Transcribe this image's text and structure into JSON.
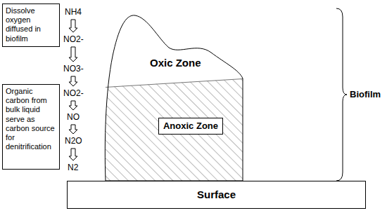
{
  "diagram": {
    "nodes": [
      {
        "text": [
          "Dissolve oxygen diffused in biofilm"
        ]
      },
      {
        "text": [
          "Oxic Zone"
        ]
      },
      {
        "text": [
          "Anoxic Zone"
        ],
        "in": 1
      },
      {
        "text": [
          "Organic carbon from bulk liquid serve as carbon source for denitrification"
        ]
      },
      {
        "text": [
          "Surface"
        ]
      }
    ],
    "labels": [
      "NH4",
      "NO2-",
      "NO3-",
      "NO2-",
      "NO",
      "N2O",
      "N2",
      "Biofilm"
    ]
  }
}
